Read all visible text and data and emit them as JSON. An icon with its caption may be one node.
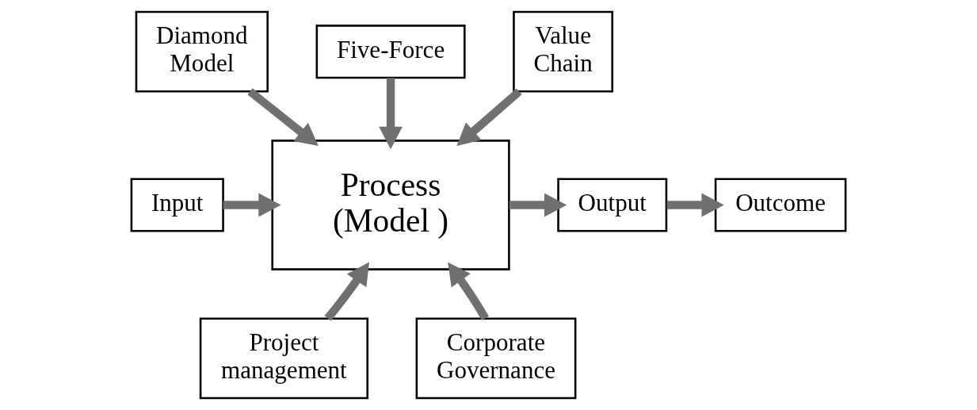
{
  "diagram": {
    "nodes": [
      {
        "text": [
          "Diamond Model"
        ]
      },
      {
        "text": [
          "Five-Force"
        ]
      },
      {
        "text": [
          "Value Chain"
        ]
      },
      {
        "text": [
          "Input"
        ]
      },
      {
        "text": [
          "Process (Model )"
        ]
      },
      {
        "text": [
          "Output"
        ]
      },
      {
        "text": [
          "Outcome"
        ]
      },
      {
        "text": [
          "Project management"
        ]
      },
      {
        "text": [
          "Corporate Governance"
        ]
      }
    ],
    "edges": [
      {
        "from": 0,
        "to": 4,
        "arrow": "to"
      },
      {
        "from": 1,
        "to": 4,
        "arrow": "to"
      },
      {
        "from": 2,
        "to": 4,
        "arrow": "to"
      },
      {
        "from": 3,
        "to": 4,
        "arrow": "to"
      },
      {
        "from": 4,
        "to": 5,
        "arrow": "to"
      },
      {
        "from": 5,
        "to": 6,
        "arrow": "to"
      },
      {
        "from": 7,
        "to": 4,
        "arrow": "to"
      },
      {
        "from": 8,
        "to": 4,
        "arrow": "to"
      }
    ]
  }
}
